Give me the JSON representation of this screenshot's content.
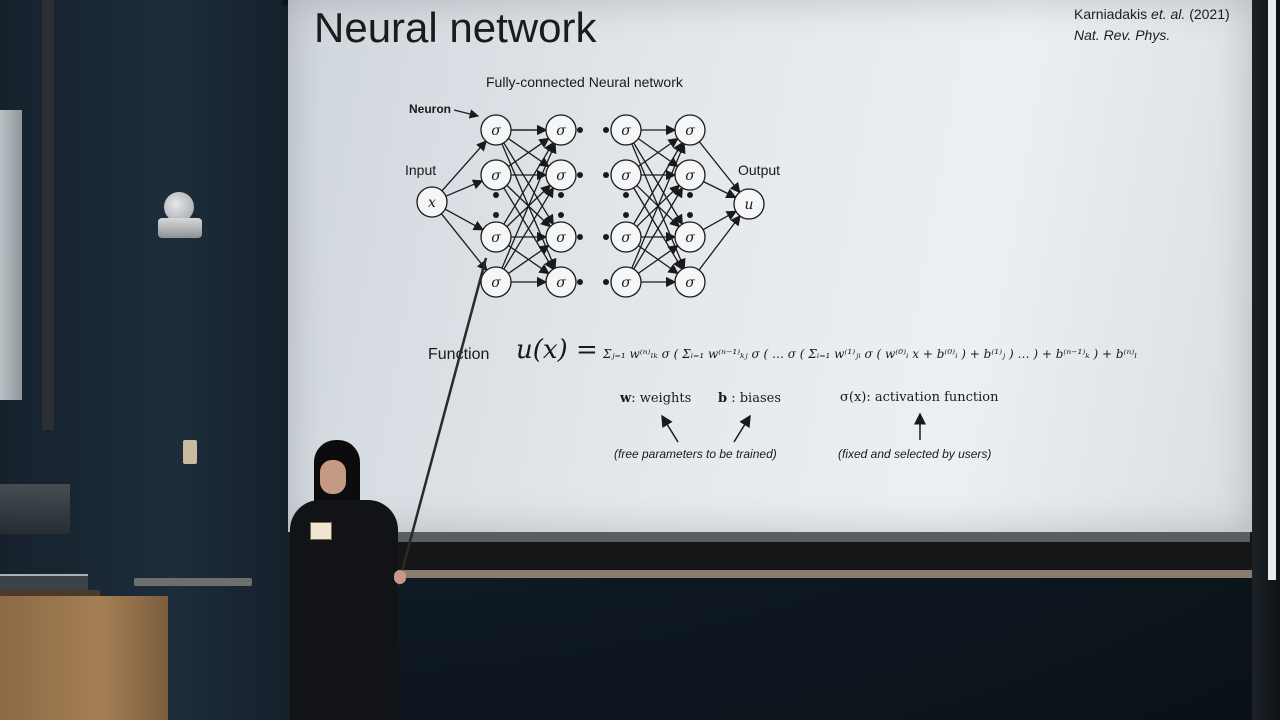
{
  "slide": {
    "title": "Neural network",
    "reference_authors": "Karniadakis",
    "reference_etal": "et. al.",
    "reference_year": "(2021)",
    "reference_journal": "Nat. Rev. Phys.",
    "diagram_title": "Fully-connected Neural network",
    "neuron_label": "Neuron",
    "input_label": "Input",
    "output_label": "Output",
    "input_symbol": "x",
    "output_symbol": "u",
    "activation_symbol": "σ",
    "function_label": "Function",
    "equation_lhs": "u(x)  =",
    "equation_rhs": "Σⱼ₌₁ w⁽ⁿ⁾ₗₖ σ ( Σᵢ₌₁ w⁽ⁿ⁻¹⁾ₖⱼ σ ( … σ ( Σᵢ₌₁ w⁽¹⁾ⱼᵢ σ ( w⁽⁰⁾ᵢ x + b⁽⁰⁾ᵢ ) + b⁽¹⁾ⱼ ) … ) + b⁽ⁿ⁻¹⁾ₖ ) + b⁽ⁿ⁾ₗ",
    "weights_symbol": "w",
    "weights_text": ":  weights",
    "biases_symbol": "b",
    "biases_text": " : biases",
    "activation_text": "σ(x):  activation function",
    "free_params_note": "(free parameters to be trained)",
    "fixed_note": "(fixed and selected by users)"
  },
  "colors": {
    "screen": "#e4e8ec",
    "ink": "#1a1a1a",
    "room": "#0e1821",
    "podium": "#a57f55"
  }
}
